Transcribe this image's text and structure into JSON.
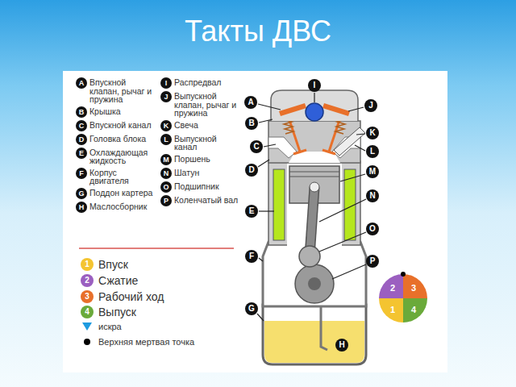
{
  "diagram": {
    "title": "Такты ДВС",
    "labels": [
      "A",
      "Впускной клапан, рычаг и пружина",
      "B",
      "Крышка",
      "C",
      "Впускной канал",
      "D",
      "Головка блока",
      "E",
      "Охлаждающая жидкость",
      "F",
      "Корпус двигателя",
      "G",
      "Поддон картера",
      "H",
      "Маслосборник",
      "I",
      "Распредвал",
      "J",
      "Выпускной клапан, рычаг и пружина",
      "K",
      "Свеча",
      "L",
      "Выпускной канал",
      "M",
      "Поршень",
      "N",
      "Шатун",
      "O",
      "Подшипник",
      "P",
      "Коленчатый вал",
      "A",
      "I",
      "J",
      "B",
      "K",
      "C",
      "L",
      "D",
      "M",
      "N",
      "E",
      "O",
      "F",
      "P",
      "G",
      "H",
      "2",
      "3",
      "1",
      "4",
      "1",
      "2",
      "3",
      "4"
    ],
    "legend": [
      {
        "text": "Впуск",
        "color": "#f4c430"
      },
      {
        "text": "Сжатие",
        "color": "#9b5fc0"
      },
      {
        "text": "Рабочий ход",
        "color": "#e8702a"
      },
      {
        "text": "Выпуск",
        "color": "#6aaa3a"
      },
      {
        "text": "искра"
      },
      {
        "text": "Верхняя мертвая точка"
      }
    ]
  }
}
